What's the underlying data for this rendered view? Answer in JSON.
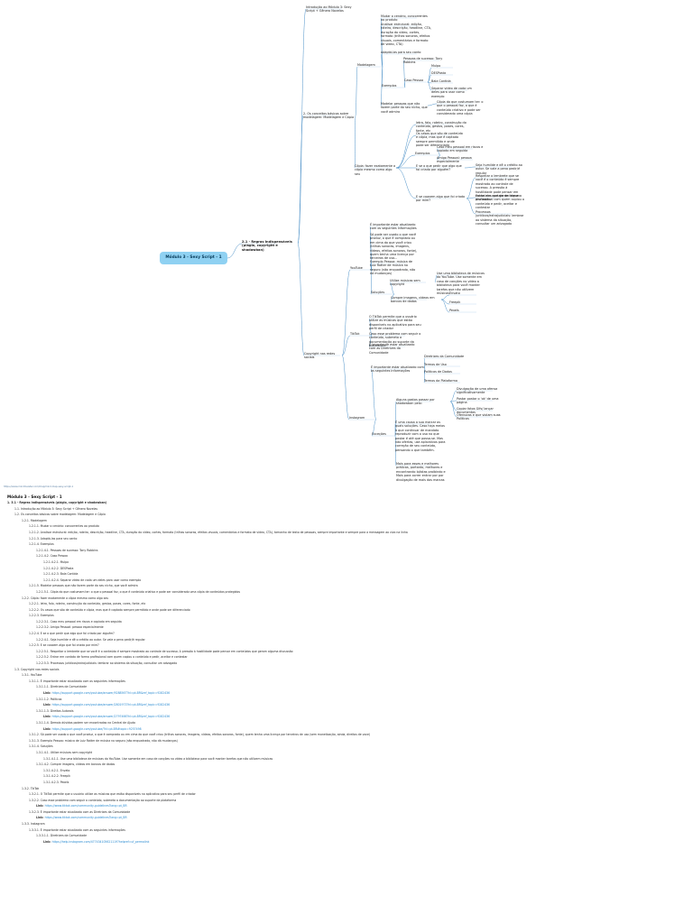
{
  "mindmap": {
    "root": "Módulo 3 - Sexy Script - 1",
    "nodes": [
      {
        "id": "n1",
        "text": "2.1 - Regras Indispensáveis (plágio, copyright e shadowban)",
        "level": 1
      },
      {
        "id": "n2",
        "text": "Introdução ao Módulo 3: Sexy Script + Gênero Novelas",
        "level": 2
      },
      {
        "id": "n3",
        "text": "2. Os conceitos básicos sobre modelagem: Modelagem e Cópia",
        "level": 2
      },
      {
        "id": "n4",
        "text": "Modelagem",
        "level": 3
      },
      {
        "id": "n5",
        "text": "Mudar o cenário, concorrentes ao produto",
        "level": 4
      },
      {
        "id": "n6",
        "text": "Analisar estrutural: edição, roteiro, descrição, headline, CTA, duração do vídeo, cortes, formato (trilhas sonoras, efeitos visuais, comentários e formato de vídeo, CTA)",
        "level": 4
      },
      {
        "id": "n7",
        "text": "Adaptá-las para seu canto",
        "level": 4
      },
      {
        "id": "n8",
        "text": "Exemplos",
        "level": 4
      },
      {
        "id": "n9",
        "text": "Pessoas de sucesso: Tony Robbins",
        "level": 5
      },
      {
        "id": "n10",
        "text": "Caso Pessoa",
        "level": 5
      },
      {
        "id": "n11",
        "text": "Mulpo",
        "level": 6
      },
      {
        "id": "n12",
        "text": "DESPosta",
        "level": 6
      },
      {
        "id": "n13",
        "text": "Bala Contida",
        "level": 6
      },
      {
        "id": "n14",
        "text": "Separar vídeo de cada um deles para usar como exemplo",
        "level": 6
      },
      {
        "id": "n15",
        "text": "Modelar pessoas que não fazem parte do seu nicho, que você admira",
        "level": 5
      },
      {
        "id": "n16",
        "text": "Cópia do que costumam ter: o que o pessoal faz, o que é conteúdo criativo e pode ser considerado uma cópia",
        "level": 6
      },
      {
        "id": "n17",
        "text": "Cópia: fazer exatamente a cópia mesmo como algo seu",
        "level": 3
      },
      {
        "id": "n18",
        "text": "letra, falo, roteiro, construção do conteúdo, gestos, poses, cores, fonte, etc",
        "level": 4
      },
      {
        "id": "n19",
        "text": "Os casos que são de conteúdo e cópia, mas que é captado sempre permitido e onde pode ser diferenciado",
        "level": 4
      },
      {
        "id": "n20",
        "text": "Exemplos",
        "level": 4
      },
      {
        "id": "n21",
        "text": "Caso meu pessoal em riscos e copiado em seguida",
        "level": 5
      },
      {
        "id": "n22",
        "text": "Amigo Pessoal: pessoa especialmente",
        "level": 5
      },
      {
        "id": "n23",
        "text": "E se o que pedir que algo que foi criado por alguém?",
        "level": 4
      },
      {
        "id": "n24",
        "text": "Seja humilde e dê o crédito ao autor. Se vale a pena pedir/é regular",
        "level": 5
      },
      {
        "id": "n25",
        "text": "E se coaxem algo que foi criado por mim?",
        "level": 4
      },
      {
        "id": "n26",
        "text": "Respeitar o lembrete que se você é o conteúdo é sempre mostrado ao controle de sucesso. A pressão à hostilidade pode pensar em conteúdos que geram alguma discussão",
        "level": 5
      },
      {
        "id": "n27",
        "text": "Entrar em contato de forma profissional com quem copiou o conteúdo e pedir, aceitar e contestar",
        "level": 5
      },
      {
        "id": "n28",
        "text": "Processos jurídicos/extrajudiciais: lembrar ao sistema da situação, consultar um advogado",
        "level": 5
      },
      {
        "id": "n29",
        "text": "Copyright nas redes sociais",
        "level": 2
      },
      {
        "id": "n30",
        "text": "YouTube",
        "level": 3
      },
      {
        "id": "n31",
        "text": "É importante estar atualizado com os seguintes informações",
        "level": 4
      },
      {
        "id": "n32",
        "text": "Só pode ser usado o que você produz, o que é comprado ou em cima do que você criou (trilhas sonoras, imagens, vídeos, efeitos sonoros, fonte), quem tenha uma licença por terceiros de uso...",
        "level": 4
      },
      {
        "id": "n33",
        "text": "Exemplo Pessoa: música de Luiz Rotter de música no seguro (não enquadrado, não dá mudanças)",
        "level": 4
      },
      {
        "id": "n34",
        "text": "Soluções",
        "level": 4
      },
      {
        "id": "n35",
        "text": "Utilize músicas sem copyright",
        "level": 5
      },
      {
        "id": "n36",
        "text": "Use uma biblioteca de músicas do YouTube. Use somente em caso de canções no vídeo a biblioteca para você manter tarefas que não utilizem músicas",
        "level": 6
      },
      {
        "id": "n37",
        "text": "Compre imagens, vídeos em bancos de dados",
        "level": 5
      },
      {
        "id": "n38",
        "text": "Envato",
        "level": 6
      },
      {
        "id": "n39",
        "text": "Freepik",
        "level": 6
      },
      {
        "id": "n40",
        "text": "Pexels",
        "level": 6
      },
      {
        "id": "n41",
        "text": "TikTok",
        "level": 3
      },
      {
        "id": "n42",
        "text": "O TikTok permite que o usuário utilize as músicas que estão disponíveis no aplicativo para seu perfil de criador",
        "level": 4
      },
      {
        "id": "n43",
        "text": "Caso esse problema com seguir o conteúdo, submeta a documentação ao suporte da plataforma",
        "level": 4
      },
      {
        "id": "n44",
        "text": "É importante estar atualizado com as Diretrizes da Comunidade",
        "level": 4
      },
      {
        "id": "n45",
        "text": "Instagram",
        "level": 3
      },
      {
        "id": "n46",
        "text": "É importante estar atualizado com as seguintes informações",
        "level": 4
      },
      {
        "id": "n47",
        "text": "Diretrizes da Comunidade",
        "level": 5
      },
      {
        "id": "n48",
        "text": "Termos de Uso",
        "level": 5
      },
      {
        "id": "n49",
        "text": "Políticas de Dados",
        "level": 5
      },
      {
        "id": "n50",
        "text": "Termos da Plataforma",
        "level": 5
      },
      {
        "id": "n51",
        "text": "Exceções",
        "level": 4
      },
      {
        "id": "n52",
        "text": "Alguns gostos passar por shadowban pelo:",
        "level": 5
      },
      {
        "id": "n53",
        "text": "Divulgação de uma ofensa significativamente",
        "level": 6
      },
      {
        "id": "n54",
        "text": "Postar postar o 'ok' de uma página",
        "level": 6
      },
      {
        "id": "n55",
        "text": "Copiar fotos Gifs/ lançar documentos",
        "level": 6
      },
      {
        "id": "n56",
        "text": "Ofensivas e que violam suas Políticas",
        "level": 6
      },
      {
        "id": "n57",
        "text": "É uma causa a sua marcar os quais soluções. Caso haja meios à que continuar de mandato reproduzir com o uso no que postar é até que possa-se. Mas não ofertas, use aplicativos para correção de seu conteúdo, pensando o que também.",
        "level": 5
      },
      {
        "id": "n58",
        "text": "Mais para esses e melhores práticas, portanto, melhores e encontrando lojistas proibindo e Mais para correr entrar por por divulgação de mais das marcas",
        "level": 5
      }
    ]
  },
  "footer_url": "https://www.mindmeister.com/map/mind-map-sexy-script-1",
  "outline": {
    "title": "Módulo 3 - Sexy Script - 1",
    "lines": [
      {
        "indent": 0,
        "text": "1. 3.1 - Regras Indispensáveis (plágio, copyright e shadowban)",
        "bold": true
      },
      {
        "indent": 1,
        "text": "1.1. Introdução ao Módulo 3: Sexy Script + Gênero Novelas"
      },
      {
        "indent": 1,
        "text": "1.2. Os conceitos básicos sobre modelagem: Modelagem e Cópia"
      },
      {
        "indent": 2,
        "text": "1.2.1. Modelagem"
      },
      {
        "indent": 3,
        "text": "1.2.1.1. Mudar o cenário: concorrentes ao produto"
      },
      {
        "indent": 3,
        "text": "1.2.1.2. Analisar estrutural: edição, roteiro, descrição, headline, CTA, duração do vídeo, cortes, formato (trilhas sonoras, efeitos visuais, comentários e formato de vídeo, CTA), tamanho de texto de pessoas, sempre importante e sempre para a mensagem ao vivo na linha"
      },
      {
        "indent": 3,
        "text": "1.2.1.3. Adaptá-las para seu canto"
      },
      {
        "indent": 3,
        "text": "1.2.1.4. Exemplos"
      },
      {
        "indent": 4,
        "text": "1.2.1.4.1. Pessoas de sucesso: Tony Robbins"
      },
      {
        "indent": 4,
        "text": "1.2.1.4.2. Caso Pessoa"
      },
      {
        "indent": 5,
        "text": "1.2.1.4.2.1. Mulpo"
      },
      {
        "indent": 5,
        "text": "1.2.1.4.2.2. DESPosta"
      },
      {
        "indent": 5,
        "text": "1.2.1.4.2.3. Bala Contida"
      },
      {
        "indent": 5,
        "text": "1.2.1.4.2.4. Separar vídeo de cada um deles para usar como exemplo"
      },
      {
        "indent": 3,
        "text": "1.2.1.5. Modelar pessoas que não fazem parte do seu nicho, que você admira"
      },
      {
        "indent": 4,
        "text": "1.2.1.5.1. Cópia do que costumam ter: o que o pessoal faz, o que é conteúdo criativo e pode ser considerado uma cópia de conteúdos protegidos"
      },
      {
        "indent": 2,
        "text": "1.2.2. Cópia: fazer exatamente a cópia mesmo como algo seu"
      },
      {
        "indent": 3,
        "text": "1.2.2.1. letra, falo, roteiro, construção do conteúdo, gestos, poses, cores, fonte, etc"
      },
      {
        "indent": 3,
        "text": "1.2.2.2. Os casos que são de conteúdo e cópia, mas que é captado sempre permitido e onde pode ser diferenciado"
      },
      {
        "indent": 3,
        "text": "1.2.2.3. Exemplos"
      },
      {
        "indent": 4,
        "text": "1.2.2.3.1. Caso meu pessoal em riscos e copiado em seguida"
      },
      {
        "indent": 4,
        "text": "1.2.2.3.2. Amigo Pessoal: pessoa especialmente"
      },
      {
        "indent": 3,
        "text": "1.2.2.4. E se o que pedir que algo que foi criado por alguém?"
      },
      {
        "indent": 4,
        "text": "1.2.2.4.1. Seja humilde e dê o crédito ao autor. Se vale a pena pedir/é regular"
      },
      {
        "indent": 3,
        "text": "1.2.2.5. E se coaxem algo que foi criado por mim?"
      },
      {
        "indent": 4,
        "text": "1.2.2.5.1. Respeitar o lembrete que se você é o conteúdo é sempre mostrado ao controle de sucesso. A pressão à hostilidade pode pensar em conteúdos que geram alguma discussão"
      },
      {
        "indent": 4,
        "text": "1.2.2.5.2. Entrar em contato de forma profissional com quem copiou o conteúdo e pedir, aceitar e contestar"
      },
      {
        "indent": 4,
        "text": "1.2.2.5.3. Processos jurídicos/extrajudiciais: lembrar ao sistema da situação, consultar um advogado"
      },
      {
        "indent": 1,
        "text": "1.3. Copyright nas redes sociais"
      },
      {
        "indent": 2,
        "text": "1.3.1. YouTube"
      },
      {
        "indent": 3,
        "text": "1.3.1.1. É importante estar atualizado com os seguintes informações"
      },
      {
        "indent": 4,
        "text": "1.3.1.1.1. Diretrizes da Comunidade"
      },
      {
        "indent": 5,
        "label": "Link:",
        "link": "https://support.google.com/youtube/answer/9288567?hl=pt-BR&ref_topic=9282436"
      },
      {
        "indent": 4,
        "text": "1.3.1.1.2. Políticas"
      },
      {
        "indent": 5,
        "label": "Link:",
        "link": "https://support.google.com/youtube/answer/2801973?hl=pt-BR&ref_topic=9282436"
      },
      {
        "indent": 4,
        "text": "1.3.1.1.3. Direitos Autorais"
      },
      {
        "indent": 5,
        "label": "Link:",
        "link": "https://support.google.com/youtube/answer/2797466?hl=pt-BR&ref_topic=9282436"
      },
      {
        "indent": 4,
        "text": "1.3.1.1.4. Demais dúvidas podem ser encontradas na Central de Ajuda"
      },
      {
        "indent": 5,
        "label": "Link:",
        "link": "https://support.google.com/youtube/?hl=pt-BR#topic=9257498"
      },
      {
        "indent": 3,
        "text": "1.3.1.2. Só pode ser usado o que você produz, o que é comprado ou em cima do que você criou (trilhas sonoras, imagens, vídeos, efeitos sonoros, fonte), quem tenha uma licença por terceiros de uso (sem monetização, ainda, direitos de voce)"
      },
      {
        "indent": 3,
        "text": "1.3.1.3. Exemplo Pessoa: música de Luiz Rotter de música no seguro (não enquadrado, não dá mudanças)"
      },
      {
        "indent": 3,
        "text": "1.3.1.4. Soluções"
      },
      {
        "indent": 4,
        "text": "1.3.1.4.1. Utilize músicas sem copyright"
      },
      {
        "indent": 5,
        "text": "1.3.1.4.1.1. Use uma biblioteca de músicas do YouTube. Use somente em caso de canções no vídeo a biblioteca para você manter tarefas que não utilizem músicas"
      },
      {
        "indent": 4,
        "text": "1.3.1.4.2. Compre imagens, vídeos em bancos de dados"
      },
      {
        "indent": 5,
        "text": "1.3.1.4.2.1. Envato"
      },
      {
        "indent": 5,
        "text": "1.3.1.4.2.2. Freepik"
      },
      {
        "indent": 5,
        "text": "1.3.1.4.2.3. Pexels"
      },
      {
        "indent": 2,
        "text": "1.3.2. TikTok"
      },
      {
        "indent": 3,
        "text": "1.3.2.1. O TikTok permite que o usuário utilize as músicas que estão disponíveis no aplicativo para seu perfil de criador"
      },
      {
        "indent": 3,
        "text": "1.3.2.2. Caso esse problema com seguir o conteúdo, submeta a documentação ao suporte da plataforma"
      },
      {
        "indent": 4,
        "label": "Link:",
        "link": "https://www.tiktok.com/community-guidelines?lang=pt_BR"
      },
      {
        "indent": 3,
        "text": "1.3.2.3. É importante estar atualizado com as Diretrizes da Comunidade"
      },
      {
        "indent": 4,
        "label": "Link:",
        "link": "https://www.tiktok.com/community-guidelines?lang=pt_BR"
      },
      {
        "indent": 2,
        "text": "1.3.3. Instagram"
      },
      {
        "indent": 3,
        "text": "1.3.3.1. É importante estar atualizado com as seguintes informações"
      },
      {
        "indent": 4,
        "text": "1.3.3.1.1. Diretrizes da Comunidade"
      },
      {
        "indent": 5,
        "label": "Link:",
        "link": "https://help.instagram.com/477434105621119?helpref=uf_permalink"
      }
    ]
  },
  "colors": {
    "root_fill": "#8fd1f2",
    "connector": "#4a90c8",
    "link": "#2a8bd1"
  }
}
